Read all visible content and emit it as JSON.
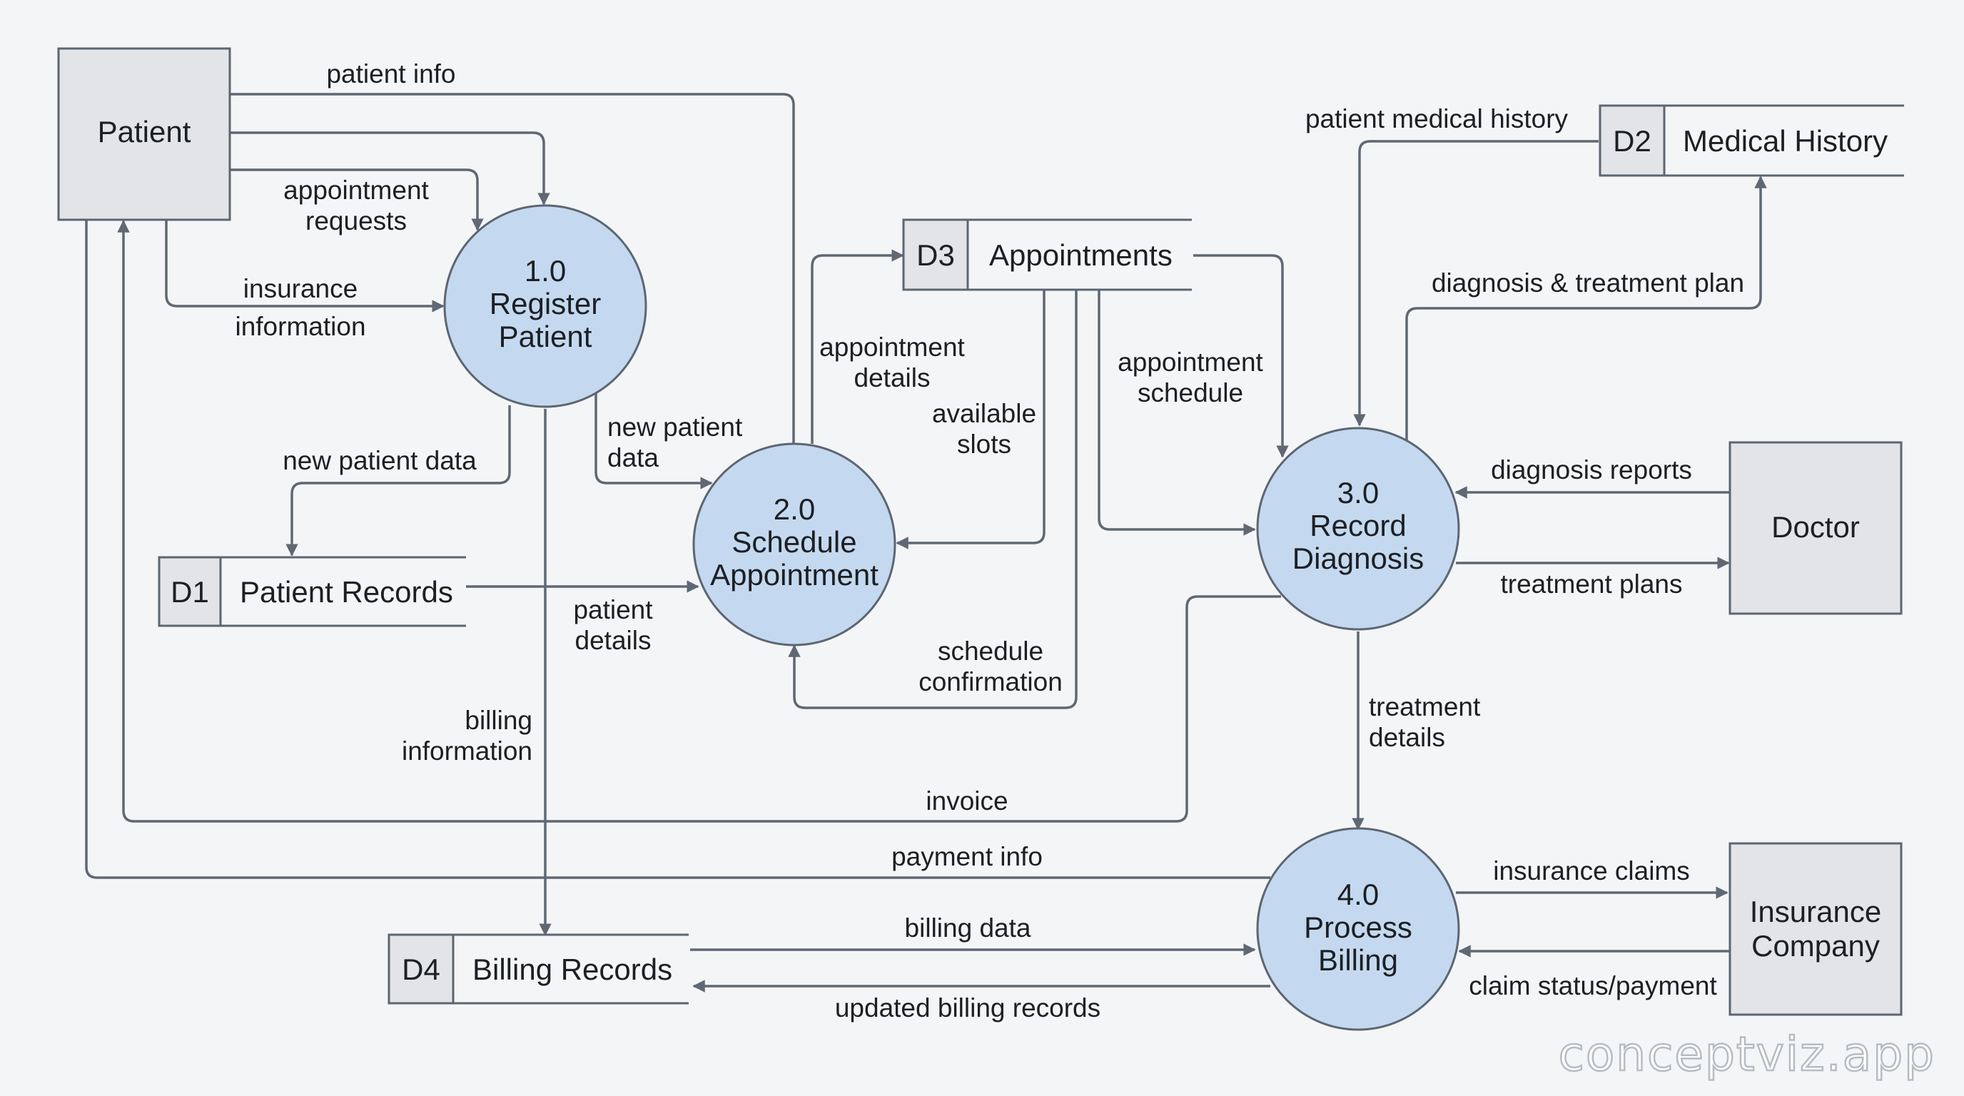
{
  "external_entities": {
    "patient": "Patient",
    "doctor": "Doctor",
    "insurance": [
      "Insurance",
      "Company"
    ]
  },
  "processes": {
    "p1": [
      "1.0",
      "Register",
      "Patient"
    ],
    "p2": [
      "2.0",
      "Schedule",
      "Appointment"
    ],
    "p3": [
      "3.0",
      "Record",
      "Diagnosis"
    ],
    "p4": [
      "4.0",
      "Process",
      "Billing"
    ]
  },
  "data_stores": {
    "d1": {
      "id": "D1",
      "name": "Patient Records"
    },
    "d2": {
      "id": "D2",
      "name": "Medical History"
    },
    "d3": {
      "id": "D3",
      "name": "Appointments"
    },
    "d4": {
      "id": "D4",
      "name": "Billing Records"
    }
  },
  "flows": {
    "patient_info": [
      "patient info"
    ],
    "appointment_requests": [
      "appointment",
      "requests"
    ],
    "insurance_information": [
      "insurance",
      "information"
    ],
    "new_patient_data": [
      "new patient data"
    ],
    "new_patient_data_2": [
      "new patient",
      "data"
    ],
    "patient_details": [
      "patient",
      "details"
    ],
    "appointment_details": [
      "appointment",
      "details"
    ],
    "available_slots": [
      "available",
      "slots"
    ],
    "appointment_schedule": [
      "appointment",
      "schedule"
    ],
    "schedule_confirmation": [
      "schedule",
      "confirmation"
    ],
    "billing_information": [
      "billing",
      "information"
    ],
    "patient_medical_history": [
      "patient medical history"
    ],
    "diagnosis_treatment_plan": [
      "diagnosis & treatment plan"
    ],
    "diagnosis_reports": [
      "diagnosis reports"
    ],
    "treatment_plans": [
      "treatment plans"
    ],
    "treatment_details": [
      "treatment",
      "details"
    ],
    "invoice": [
      "invoice"
    ],
    "payment_info": [
      "payment info"
    ],
    "insurance_claims": [
      "insurance claims"
    ],
    "claim_status_payment": [
      "claim status/payment"
    ],
    "billing_data": [
      "billing data"
    ],
    "updated_billing_records": [
      "updated billing records"
    ]
  },
  "watermark": "conceptviz.app",
  "colors": {
    "process_fill": "#c4d9ef",
    "entity_fill": "#e2e4e7",
    "line": "#5f6873"
  }
}
